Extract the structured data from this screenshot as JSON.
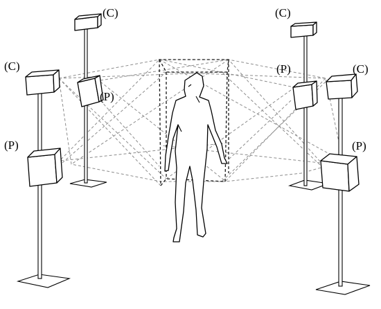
{
  "colors": {
    "ink": "#000000",
    "paper": "#ffffff",
    "ray": "#8c8c8c",
    "volume": "#1a1a1a"
  },
  "labels": {
    "camera_left_back": "(C)",
    "projector_left_back": "(P)",
    "camera_left_front": "(C)",
    "projector_left_front": "(P)",
    "camera_right_back": "(C)",
    "projector_right_back": "(P)",
    "camera_right_front": "(C)",
    "projector_right_front": "(P)"
  }
}
